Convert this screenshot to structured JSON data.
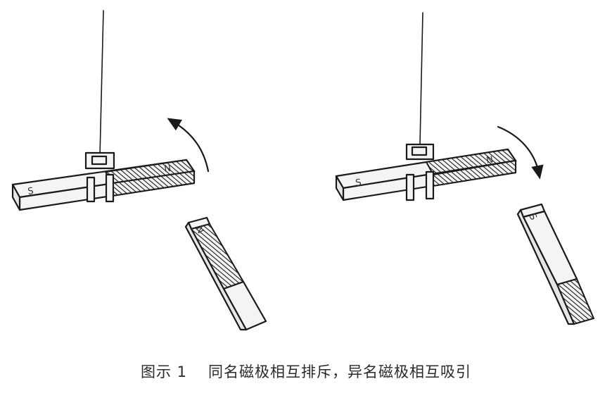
{
  "caption": {
    "figure_label": "图示 1",
    "left_text": "同名磁极相互排斥，",
    "right_text": "异名磁极相互吸引"
  }
}
